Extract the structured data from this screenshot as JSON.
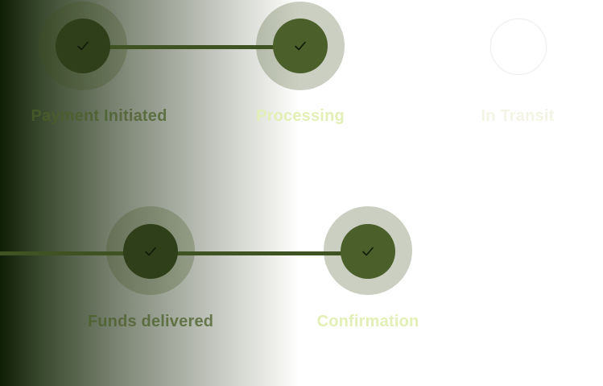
{
  "steps_row1": [
    {
      "label": "Payment Initiated",
      "status": "completed"
    },
    {
      "label": "Processing",
      "status": "completed"
    },
    {
      "label": "In Transit",
      "status": "pending"
    }
  ],
  "steps_row2": [
    {
      "label": "Funds delivered",
      "status": "completed"
    },
    {
      "label": "Confirmation",
      "status": "completed"
    }
  ],
  "colors": {
    "accent": "#4a5f29",
    "accent_dark": "#2f3f1a",
    "label_light": "#e2efb6",
    "pending_label": "#f4f4e6"
  },
  "icons": {
    "completed": "check-icon"
  }
}
